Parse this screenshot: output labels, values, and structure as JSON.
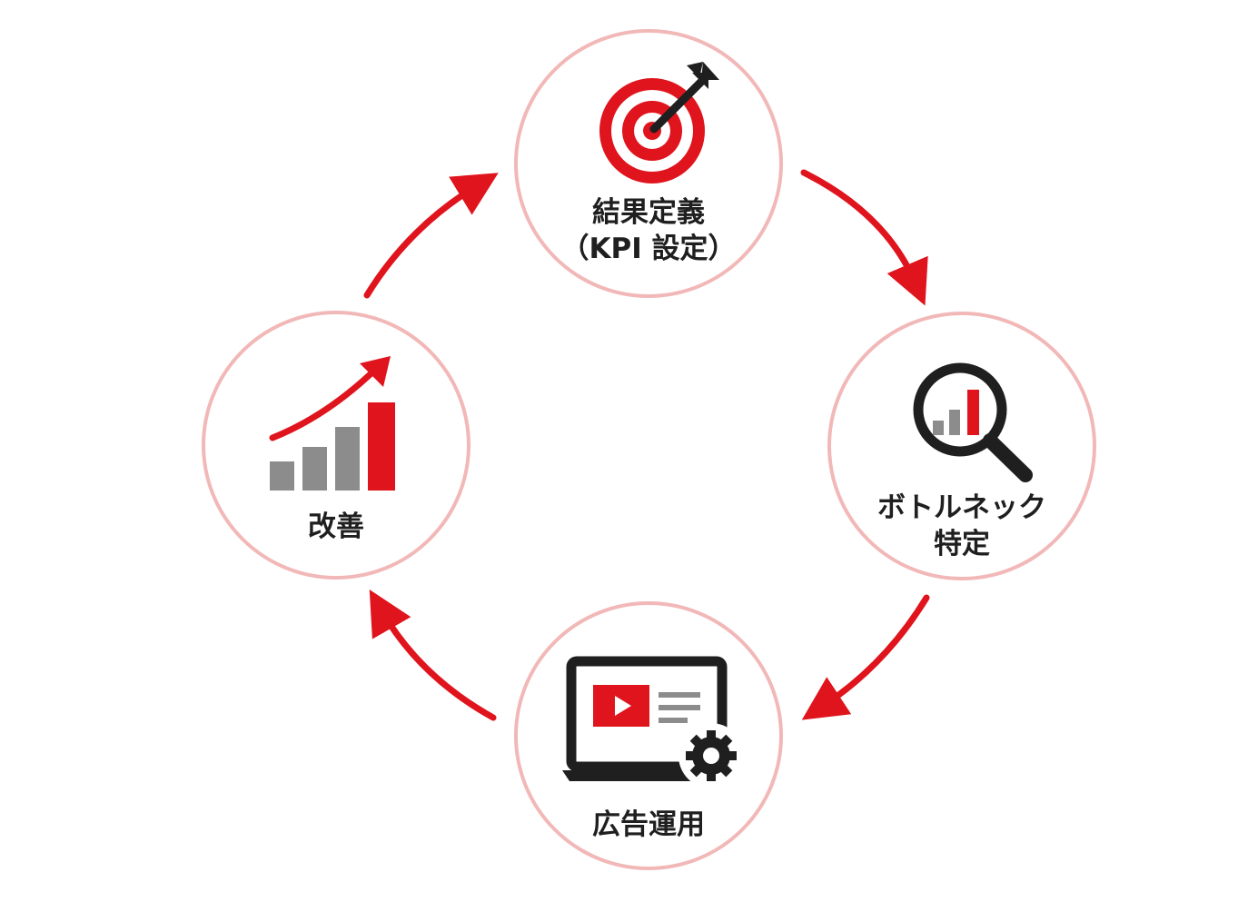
{
  "colors": {
    "accent": "#e0141d",
    "ring": "#f2b8b8",
    "dark": "#1f1f1f",
    "gray": "#8c8c8c"
  },
  "nodes": {
    "top": {
      "icon": "target-icon",
      "line1": "結果定義",
      "line2": "（KPI 設定）"
    },
    "right": {
      "icon": "magnifier-chart-icon",
      "line1": "ボトルネック",
      "line2": "特定"
    },
    "bottom": {
      "icon": "laptop-video-gear-icon",
      "line1": "広告運用"
    },
    "left": {
      "icon": "growth-chart-icon",
      "line1": "改善"
    }
  }
}
